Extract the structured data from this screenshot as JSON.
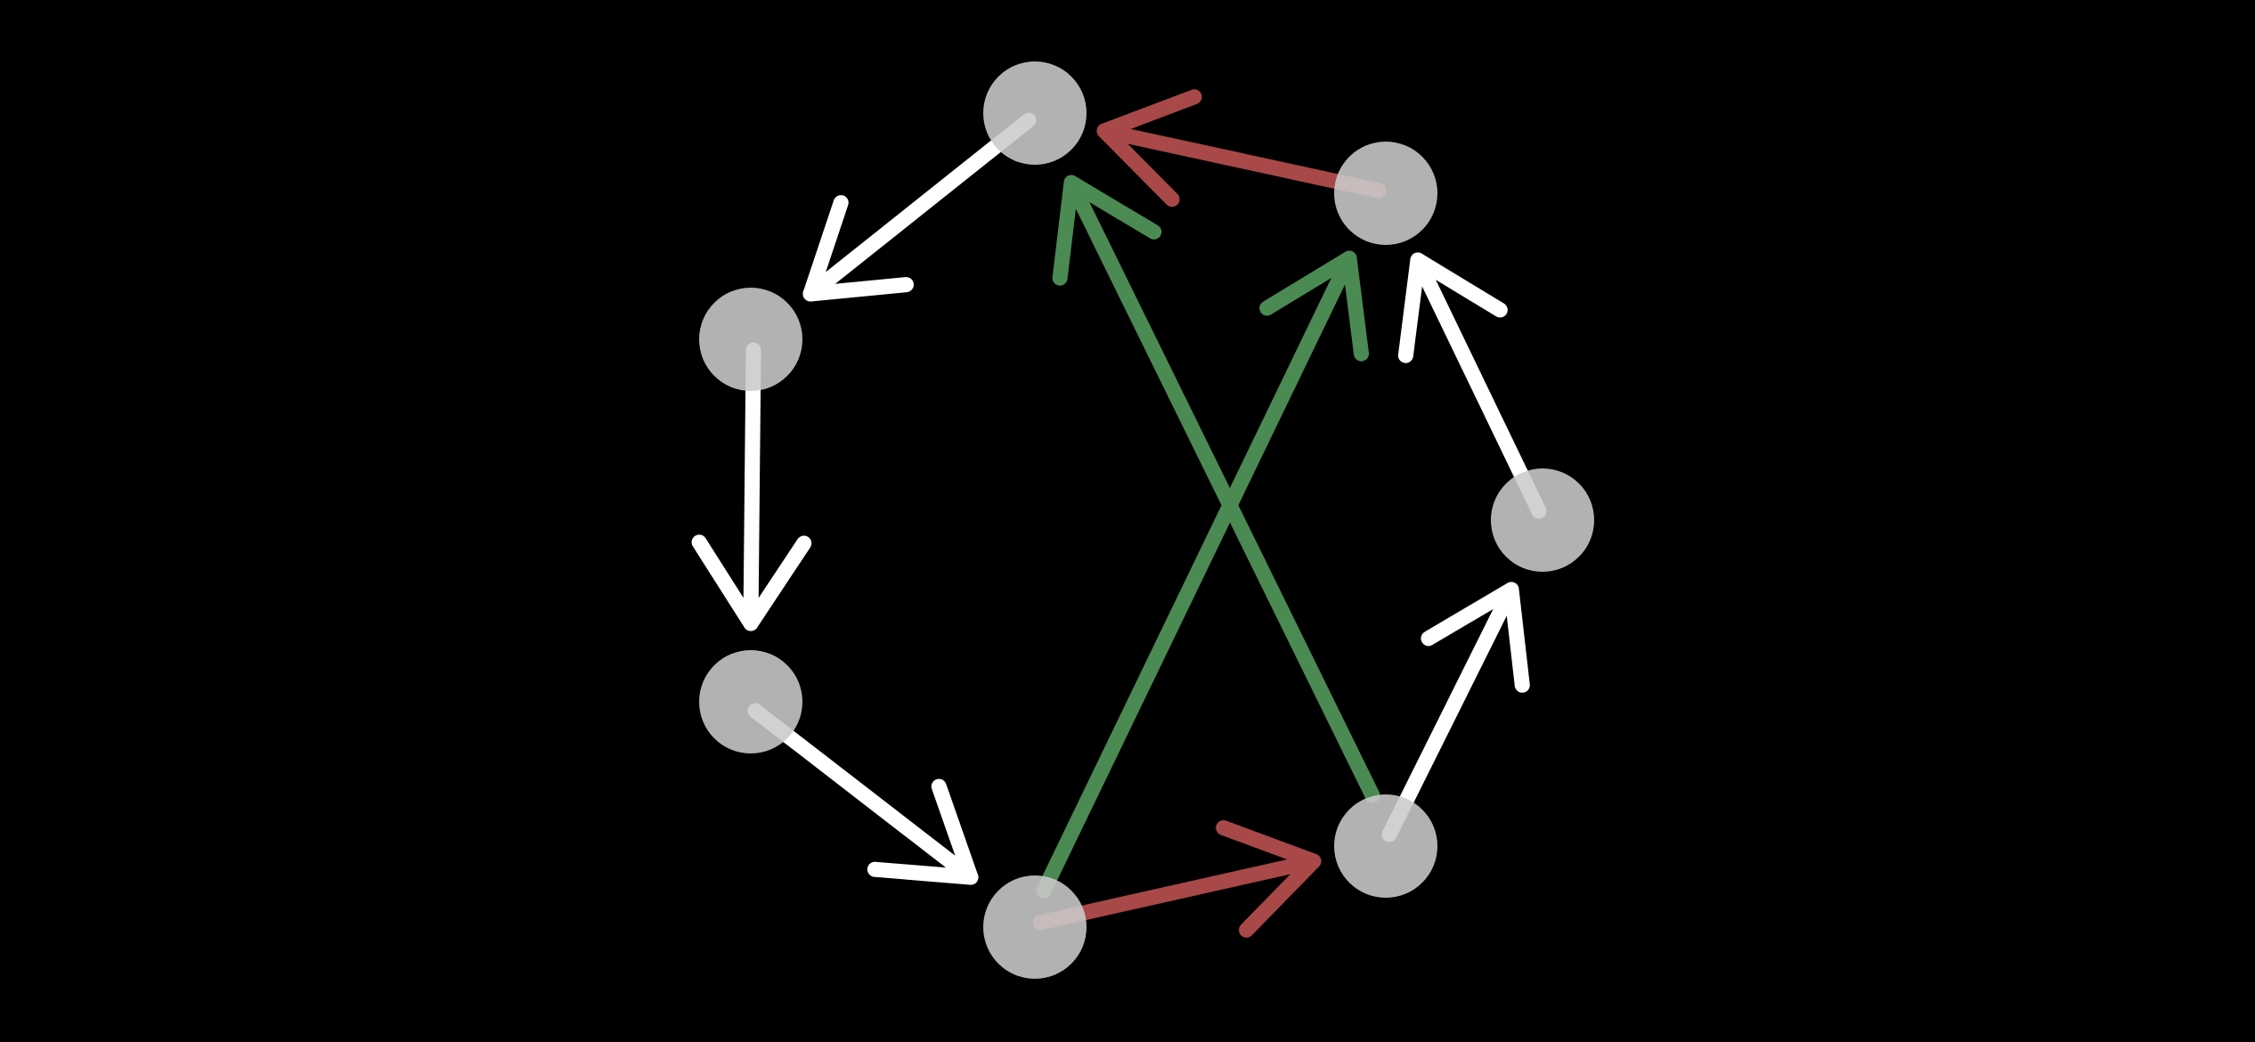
{
  "colors": {
    "background": "#000000",
    "node": "#cbcbcb",
    "cycle_edge": "#ffffff",
    "red_edge": "#a84848",
    "green_edge": "#4b8a52"
  },
  "nodes": [
    {
      "id": "n1"
    },
    {
      "id": "n2"
    },
    {
      "id": "n3"
    },
    {
      "id": "n4"
    },
    {
      "id": "n5"
    },
    {
      "id": "n6"
    },
    {
      "id": "n7"
    },
    {
      "id": "n8"
    }
  ],
  "edges": [
    {
      "from": "n1",
      "to": "n2",
      "kind": "cycle"
    },
    {
      "from": "n2",
      "to": "n3",
      "kind": "cycle"
    },
    {
      "from": "n3",
      "to": "n4",
      "kind": "cycle"
    },
    {
      "from": "n5",
      "to": "n6",
      "kind": "cycle"
    },
    {
      "from": "n6",
      "to": "n7",
      "kind": "cycle"
    },
    {
      "from": "n8",
      "to": "n1",
      "kind": "red"
    },
    {
      "from": "n4",
      "to": "n5",
      "kind": "red"
    },
    {
      "from": "n5",
      "to": "n1",
      "kind": "green"
    },
    {
      "from": "n4",
      "to": "n8",
      "kind": "green"
    }
  ]
}
